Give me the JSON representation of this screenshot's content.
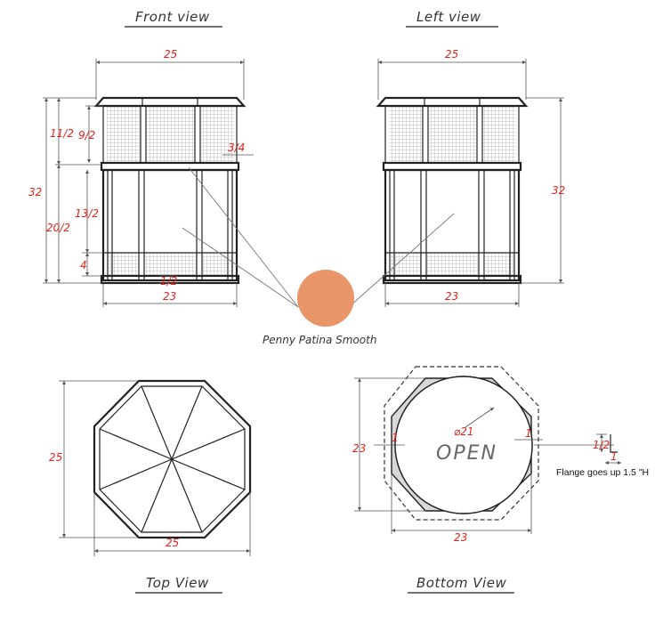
{
  "views": {
    "front": {
      "title": "Front view"
    },
    "left": {
      "title": "Left view"
    },
    "top": {
      "title": "Top View"
    },
    "bottom": {
      "title": "Bottom View"
    }
  },
  "dimensions": {
    "front_width_top": "25",
    "front_width_bottom": "23",
    "front_height_total": "32",
    "front_upper_height": "11/2",
    "front_lower_height": "20/2",
    "front_mesh_height": "9/2",
    "front_post": "3/4",
    "front_lower_panel": "13/2",
    "front_base_mesh": "4",
    "front_rail": "1/2",
    "left_width_top": "25",
    "left_width_bottom": "23",
    "left_height": "32",
    "top_width": "25",
    "top_height": "25",
    "bottom_diameter": "⌀21",
    "bottom_side_left": "1",
    "bottom_side_right": "1",
    "bottom_height": "23",
    "bottom_width": "23",
    "flange_height": "1/2",
    "flange_thickness": "1"
  },
  "swatch": {
    "label": "Penny Patina Smooth",
    "color": "#e8956a"
  },
  "bottom_view": {
    "open_label": "OPEN"
  },
  "flange_note": "Flange goes up 1.5 \"H"
}
